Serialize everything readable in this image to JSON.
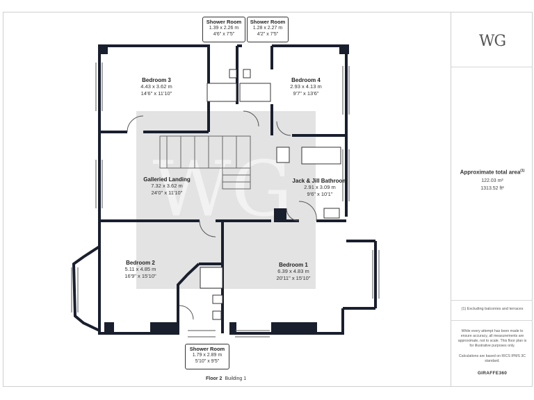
{
  "brand": {
    "logo_text": "WG",
    "footer": "GIRAFFE360"
  },
  "summary": {
    "title": "Approximate total area",
    "title_note": "(1)",
    "area_m2": "122.03 m²",
    "area_ft2": "1313.52 ft²",
    "footnote": "(1) Excluding balconies and terraces",
    "disclaimer": "While every attempt has been made to ensure accuracy, all measurements are approximate, not to scale. This floor plan is for illustrative purposes only.",
    "calculation_note": "Calculations are based on RICS IPMS 3C standard."
  },
  "floor": {
    "name": "Floor 2",
    "building": "Building 1"
  },
  "rooms": [
    {
      "name": "Bedroom 3",
      "metric": "4.43 x 3.62 m",
      "imperial": "14'6\" x 11'10\""
    },
    {
      "name": "Bedroom 4",
      "metric": "2.93 x 4.13 m",
      "imperial": "9'7\" x 13'6\""
    },
    {
      "name": "Galleried Landing",
      "metric": "7.32 x 3.62 m",
      "imperial": "24'0\" x 11'10\""
    },
    {
      "name": "Jack & Jill Bathroom",
      "metric": "2.91 x 3.09 m",
      "imperial": "9'6\" x 10'1\""
    },
    {
      "name": "Bedroom 2",
      "metric": "5.11 x 4.85 m",
      "imperial": "16'9\" x 15'10\""
    },
    {
      "name": "Bedroom 1",
      "metric": "6.39 x 4.83 m",
      "imperial": "20'11\" x 15'10\""
    }
  ],
  "callouts": [
    {
      "name": "Shower Room",
      "metric": "1.39 x 2.26 m",
      "imperial": "4'6\" x 7'5\""
    },
    {
      "name": "Shower Room",
      "metric": "1.28 x 2.27 m",
      "imperial": "4'2\" x 7'5\""
    },
    {
      "name": "Shower Room",
      "metric": "1.79 x 2.89 m",
      "imperial": "5'10\" x 9'5\""
    }
  ]
}
